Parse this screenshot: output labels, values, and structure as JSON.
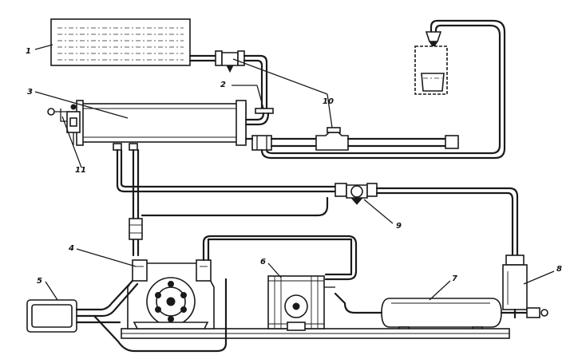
{
  "labels": [
    {
      "id": "1",
      "text": "1"
    },
    {
      "id": "2",
      "text": "2"
    },
    {
      "id": "3",
      "text": "3"
    },
    {
      "id": "4",
      "text": "4"
    },
    {
      "id": "5",
      "text": "5"
    },
    {
      "id": "6",
      "text": "6"
    },
    {
      "id": "7",
      "text": "7"
    },
    {
      "id": "8",
      "text": "8"
    },
    {
      "id": "9",
      "text": "9"
    },
    {
      "id": "10",
      "text": "10"
    },
    {
      "id": "11",
      "text": "11"
    }
  ],
  "colors": {
    "ink": "#1a1a1a",
    "paper": "#ffffff"
  }
}
